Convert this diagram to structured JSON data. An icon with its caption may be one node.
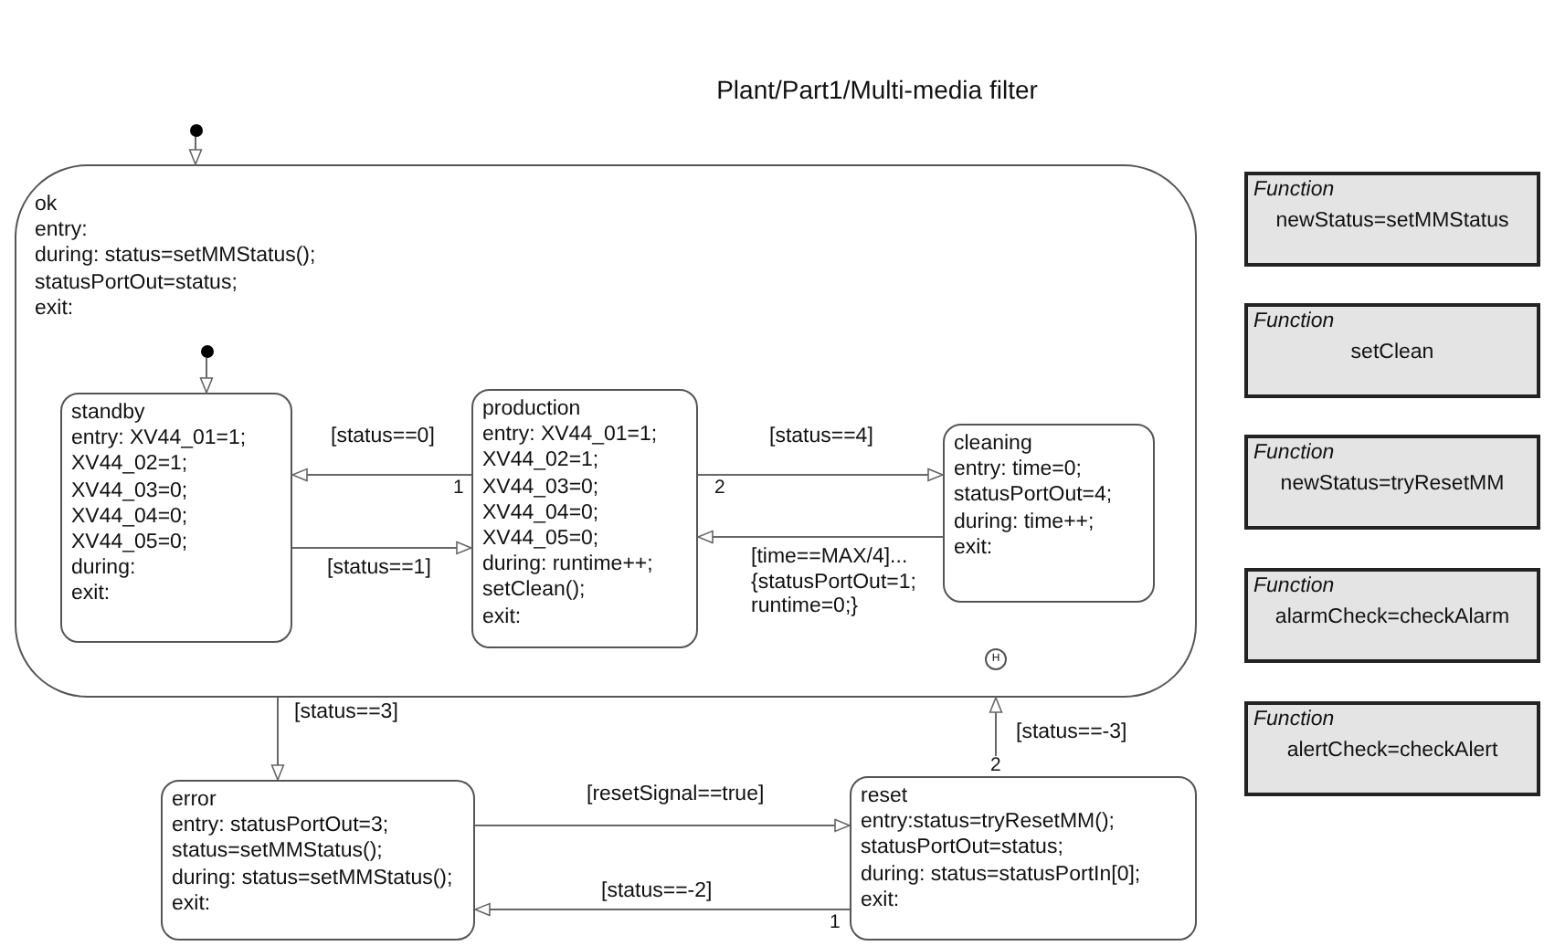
{
  "diagram": {
    "title": "Plant/Part1/Multi-media filter",
    "nodes": [
      {
        "text": [
          "ok",
          "entry:",
          "during: status=setMMStatus();",
          "statusPortOut=status;",
          "exit:"
        ]
      },
      {
        "text": [],
        "shape": "circle"
      },
      {
        "text": [],
        "shape": "circle",
        "in": 0
      },
      {
        "text": [
          "standby",
          "entry: XV44_01=1;",
          "XV44_02=1;",
          "XV44_03=0;",
          "XV44_04=0;",
          "XV44_05=0;",
          "during:",
          "exit:"
        ],
        "in": 0
      },
      {
        "text": [
          "production",
          "entry: XV44_01=1;",
          "XV44_02=1;",
          "XV44_03=0;",
          "XV44_04=0;",
          "XV44_05=0;",
          "during: runtime++;",
          "setClean();",
          "exit:"
        ],
        "in": 0
      },
      {
        "text": [
          "cleaning",
          "entry: time=0;",
          "statusPortOut=4;",
          "during: time++;",
          "exit:"
        ],
        "in": 0
      },
      {
        "text": [
          "H"
        ],
        "in": 0
      },
      {
        "text": [
          "error",
          "entry: statusPortOut=3;",
          "status=setMMStatus();",
          "during: status=setMMStatus();",
          "exit:"
        ]
      },
      {
        "text": [
          "reset",
          "entry:status=tryResetMM();",
          "statusPortOut=status;",
          "during: status=statusPortIn[0];",
          "exit:"
        ]
      },
      {
        "text": [
          "Function",
          "newStatus=setMMStatus"
        ]
      },
      {
        "text": [
          "Function",
          "setClean"
        ]
      },
      {
        "text": [
          "Function",
          "newStatus=tryResetMM"
        ]
      },
      {
        "text": [
          "Function",
          "alarmCheck=checkAlarm"
        ]
      },
      {
        "text": [
          "Function",
          "alertCheck=checkAlert"
        ]
      }
    ],
    "edges": [
      {
        "from": 1,
        "to": 0,
        "arrow": "to"
      },
      {
        "from": 2,
        "to": 3,
        "arrow": "to"
      },
      {
        "from": 4,
        "to": 3,
        "arrow": "to",
        "label": "[status==0]"
      },
      {
        "from": 3,
        "to": 4,
        "arrow": "to",
        "label": "[status==1]"
      },
      {
        "from": 4,
        "to": 5,
        "arrow": "to",
        "label": "[status==4]"
      },
      {
        "from": 5,
        "to": 4,
        "arrow": "to",
        "label": "[time==MAX/4]... {statusPortOut=1; runtime=0;}"
      },
      {
        "from": 0,
        "to": 7,
        "arrow": "to",
        "label": "[status==3]"
      },
      {
        "from": 7,
        "to": 8,
        "arrow": "to",
        "label": "[resetSignal==true]"
      },
      {
        "from": 8,
        "to": 7,
        "arrow": "to",
        "label": "[status==-2]"
      },
      {
        "from": 8,
        "to": 0,
        "arrow": "to",
        "label": "[status==-3]"
      }
    ],
    "labels": [
      "1",
      "2",
      "2",
      "1"
    ]
  }
}
